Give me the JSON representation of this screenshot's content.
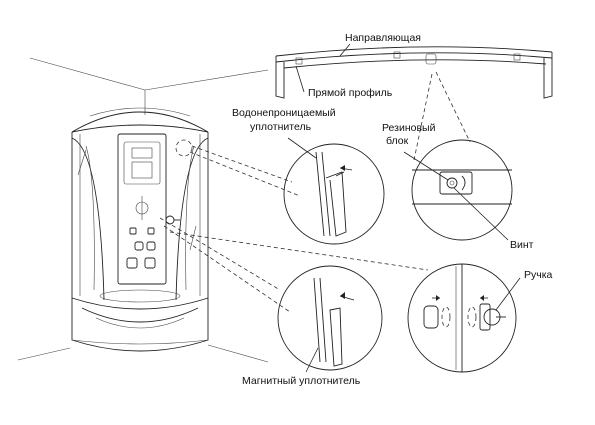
{
  "labels": {
    "guide_rail": "Направляющая",
    "straight_profile": "Прямой профиль",
    "waterproof_seal_1": "Водонепроницаемый",
    "waterproof_seal_2": "уплотнитель",
    "rubber_block_1": "Резиновый",
    "rubber_block_2": "блок",
    "screw": "Винт",
    "handle": "Ручка",
    "magnetic_seal": "Магнитный уплотнитель"
  }
}
